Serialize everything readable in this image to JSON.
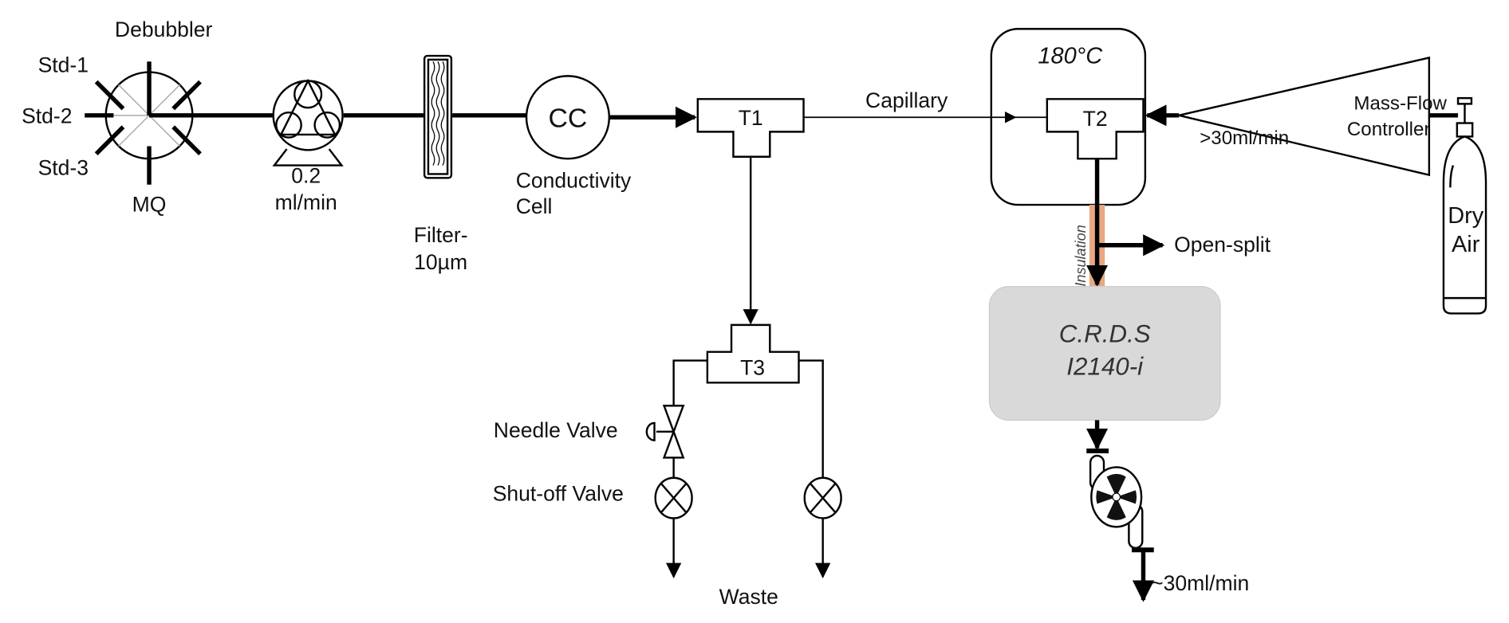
{
  "debubbler": {
    "title": "Debubbler",
    "ports": [
      "Std-1",
      "Std-2",
      "Std-3",
      "MQ"
    ]
  },
  "pump": {
    "rate_line1": "0.2",
    "rate_line2": "ml/min"
  },
  "filter": {
    "line1": "Filter-",
    "line2": "10µm"
  },
  "conductivity_cell": {
    "symbol": "CC",
    "line1": "Conductivity",
    "line2": "Cell"
  },
  "tees": {
    "t1": "T1",
    "t2": "T2",
    "t3": "T3"
  },
  "capillary": "Capillary",
  "oven": {
    "temperature": "180°C"
  },
  "mass_flow_controller": {
    "line1": "Mass-Flow",
    "line2": "Controller",
    "flow": ">30ml/min"
  },
  "gas": {
    "line1": "Dry",
    "line2": "Air"
  },
  "insulation": "Insulation",
  "open_split": "Open-split",
  "analyzer": {
    "line1": "C.R.D.S",
    "line2": "I2140-i"
  },
  "exhaust_flow": "~30ml/min",
  "valves": {
    "needle": "Needle Valve",
    "shutoff": "Shut-off Valve"
  },
  "waste": "Waste",
  "colors": {
    "insulation": "#e8a882",
    "analyzer_fill": "#d9d9d9",
    "line": "#000000"
  }
}
